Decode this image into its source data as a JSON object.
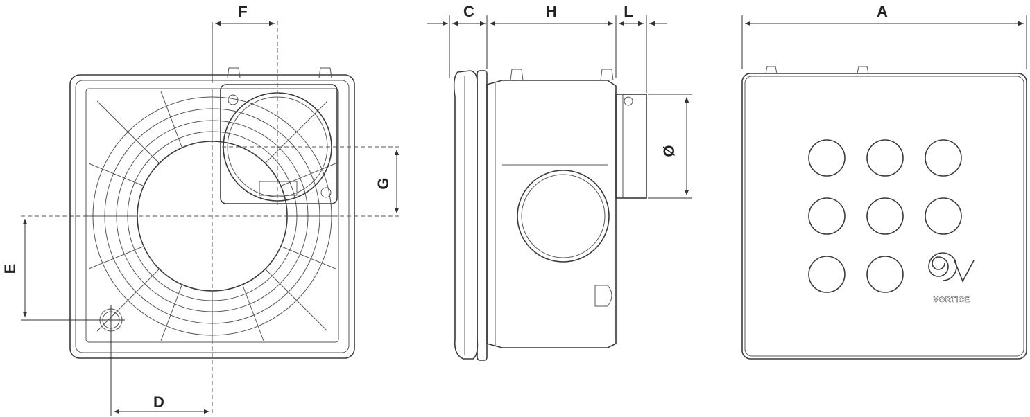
{
  "dimensions": {
    "A": "A",
    "C": "C",
    "D": "D",
    "E": "E",
    "F": "F",
    "G": "G",
    "H": "H",
    "L": "L",
    "diameter": "Ø"
  },
  "brand": {
    "name": "VORTICE"
  },
  "colors": {
    "line": "#3a3a3a",
    "background": "#ffffff"
  }
}
